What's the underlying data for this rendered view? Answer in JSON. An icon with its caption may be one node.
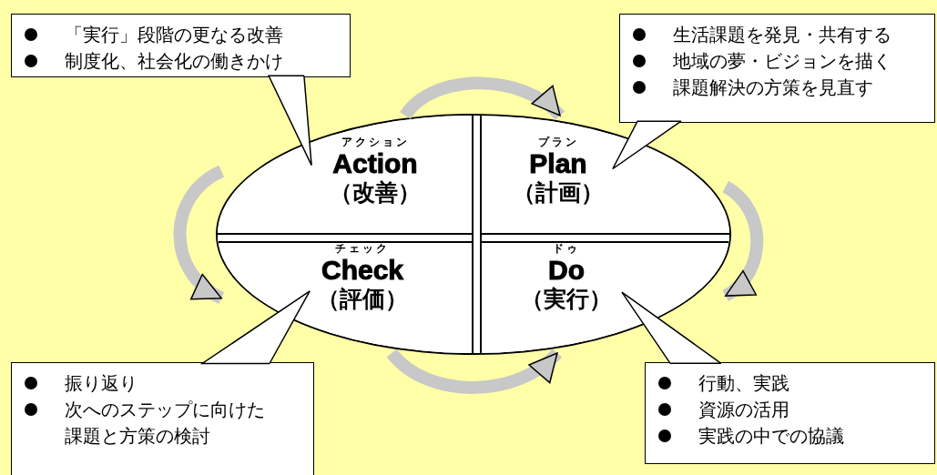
{
  "diagram": {
    "nodes": [
      {
        "text": [],
        "shape": "ellipse"
      },
      {
        "text": [
          "アクション",
          "Action",
          "（改善）"
        ],
        "in": 0
      },
      {
        "text": [
          "プラン",
          "Plan",
          "（計画）"
        ],
        "in": 0
      },
      {
        "text": [
          "チェック",
          "Check",
          "（評価）"
        ],
        "in": 0
      },
      {
        "text": [
          "ドゥ",
          "Do",
          "（実行）"
        ],
        "in": 0
      },
      {
        "text": [
          "「実行」段階の更なる改善",
          "制度化、社会化の働きかけ"
        ]
      },
      {
        "text": [
          "生活課題を発見・共有する",
          "地域の夢・ビジョンを描く",
          "課題解決の方策を見直す"
        ]
      },
      {
        "text": [
          "振り返り",
          "次へのステップに向けた課題と方策の検討"
        ]
      },
      {
        "text": [
          "行動、実践",
          "資源の活用",
          "実践の中での協議"
        ]
      }
    ],
    "edges": [
      {
        "from": 1,
        "to": 2,
        "arrow": "to",
        "style": "thick",
        "color": "#c8c8c8"
      },
      {
        "from": 2,
        "to": 4,
        "arrow": "to",
        "style": "thick",
        "color": "#c8c8c8"
      },
      {
        "from": 3,
        "to": 4,
        "arrow": "to",
        "style": "thick",
        "color": "#c8c8c8"
      },
      {
        "from": 1,
        "to": 3,
        "arrow": "to",
        "style": "thick",
        "color": "#c8c8c8"
      },
      {
        "from": 5,
        "to": 1,
        "arrow": "none",
        "color": "#000000"
      },
      {
        "from": 6,
        "to": 2,
        "arrow": "none",
        "color": "#000000"
      },
      {
        "from": 7,
        "to": 3,
        "arrow": "none",
        "color": "#000000"
      },
      {
        "from": 8,
        "to": 4,
        "arrow": "none",
        "color": "#000000"
      }
    ]
  }
}
